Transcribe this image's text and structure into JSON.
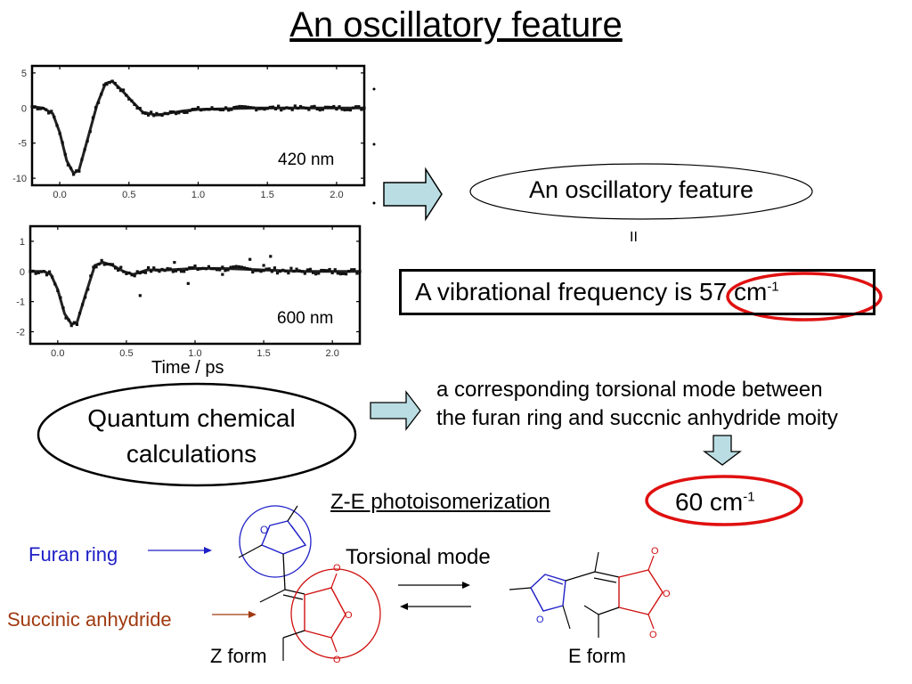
{
  "title": "An oscillatory feature",
  "chart_data": [
    {
      "type": "scatter",
      "annotation": "420 nm",
      "xlim": [
        -0.2,
        2.2
      ],
      "ylim": [
        -11,
        6
      ],
      "x_ticks": [
        "0.0",
        "0.5",
        "1.0",
        "1.5",
        "2.0"
      ],
      "y_ticks": [
        "5",
        "0",
        "-5",
        "-10"
      ],
      "y_tick_values": [
        5,
        0,
        -5,
        -10
      ],
      "x_tick_values": [
        0,
        0.5,
        1,
        1.5,
        2
      ],
      "curve_x": [
        -0.2,
        -0.12,
        -0.05,
        0.0,
        0.05,
        0.1,
        0.14,
        0.2,
        0.27,
        0.33,
        0.38,
        0.45,
        0.52,
        0.6,
        0.7,
        0.8,
        0.9,
        1.0,
        1.2,
        1.4,
        1.6,
        1.8,
        2.0,
        2.2
      ],
      "curve_y": [
        0.2,
        0.0,
        -0.8,
        -3.5,
        -7.5,
        -9.3,
        -8.8,
        -4.5,
        0.5,
        3.5,
        3.8,
        2.5,
        1.0,
        -0.6,
        -1.0,
        -0.7,
        -0.4,
        -0.2,
        -0.1,
        0.0,
        0.0,
        0.0,
        0.0,
        0.0
      ]
    },
    {
      "type": "scatter",
      "annotation": "600 nm",
      "xlabel": "Time / ps",
      "xlim": [
        -0.2,
        2.2
      ],
      "ylim": [
        -2.4,
        1.5
      ],
      "x_ticks": [
        "0.0",
        "0.5",
        "1.0",
        "1.5",
        "2.0"
      ],
      "y_ticks": [
        "1",
        "0",
        "-1",
        "-2"
      ],
      "y_tick_values": [
        1,
        0,
        -1,
        -2
      ],
      "x_tick_values": [
        0,
        0.5,
        1,
        1.5,
        2
      ],
      "curve_x": [
        -0.2,
        -0.1,
        -0.05,
        0.0,
        0.05,
        0.1,
        0.14,
        0.2,
        0.27,
        0.33,
        0.4,
        0.48,
        0.55,
        0.65,
        0.8,
        1.0,
        1.2,
        1.5,
        1.8,
        2.2
      ],
      "curve_y": [
        0.0,
        0.0,
        -0.1,
        -0.6,
        -1.4,
        -1.75,
        -1.7,
        -0.8,
        0.2,
        0.3,
        0.2,
        0.0,
        -0.1,
        0.05,
        0.05,
        0.1,
        0.1,
        0.05,
        0.0,
        0.0
      ],
      "outliers": [
        [
          1.4,
          0.4
        ],
        [
          1.5,
          0.2
        ],
        [
          1.55,
          0.5
        ],
        [
          0.95,
          -0.4
        ],
        [
          0.6,
          -0.8
        ],
        [
          0.85,
          0.3
        ],
        [
          1.2,
          -0.1
        ]
      ]
    }
  ],
  "oscillatory_ellipse_text": "An oscillatory feature",
  "equals_sign": "II",
  "vibrational": {
    "text": "A vibrational frequency is 57 cm",
    "sup": "-1"
  },
  "torsion_description": {
    "line1": "a corresponding torsional mode between",
    "line2": "the furan ring and succnic anhydride moity"
  },
  "quantum": {
    "line1": "Quantum chemical",
    "line2": "calculations"
  },
  "calc_freq": {
    "text": "60 cm",
    "sup": "-1"
  },
  "ze_label": "Z-E photoisomerization",
  "furan_label": "Furan ring",
  "succinic_label": "Succinic anhydride",
  "torsional_label": "Torsional mode",
  "z_form": "Z form",
  "e_form": "E form",
  "atom_O": "O",
  "colors": {
    "furan": "#1f1fc8",
    "succinic": "#d01010",
    "succinic_label": "#a03a10",
    "arrow_fill": "#b9dde2",
    "highlight": "#e01010"
  }
}
